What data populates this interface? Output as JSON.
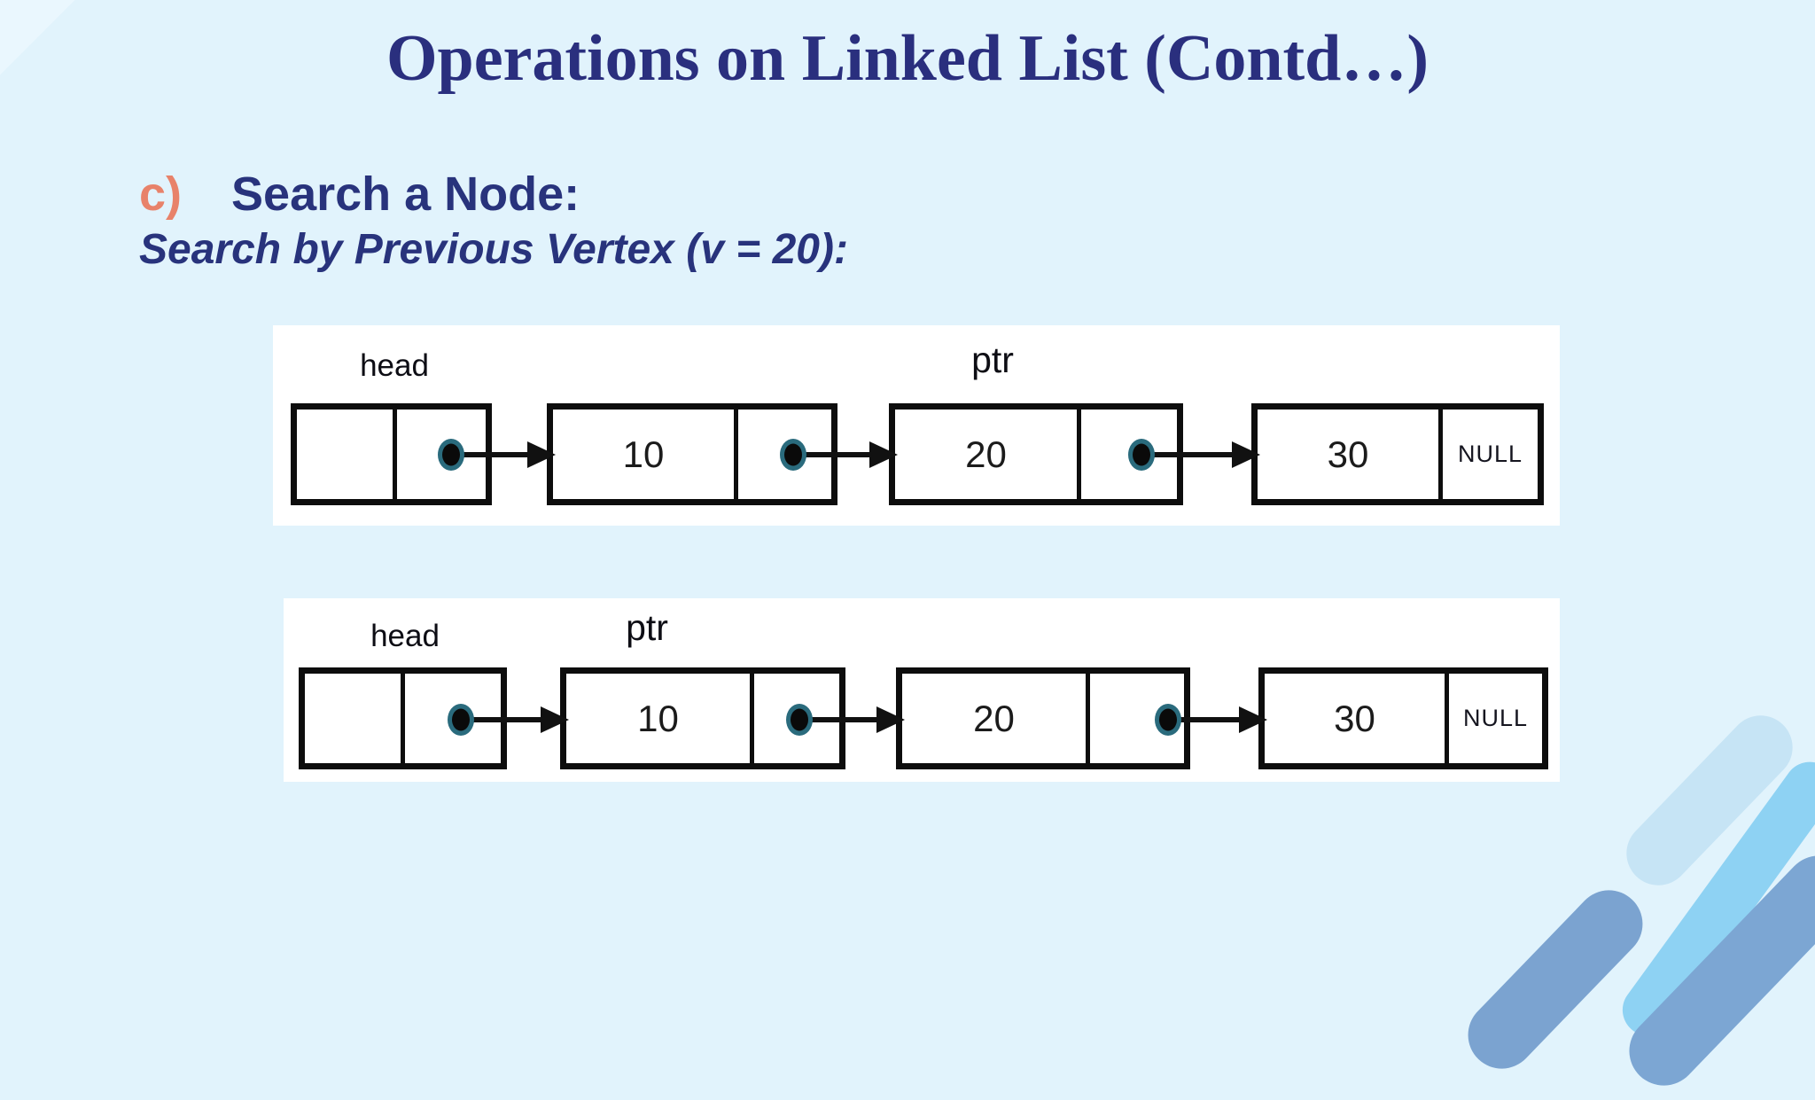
{
  "title": "Operations on Linked List (Contd…)",
  "section": {
    "marker": "c)",
    "heading": "Search a Node:",
    "subheading": "Search by Previous Vertex (v = 20):"
  },
  "diagrams": [
    {
      "description": "linked list with ptr at node 20",
      "head_label": "head",
      "ptr_label": "ptr",
      "ptr_points_to": "20",
      "nodes": [
        {
          "value": "10"
        },
        {
          "value": "20"
        },
        {
          "value": "30",
          "next": "NULL"
        }
      ]
    },
    {
      "description": "linked list with ptr at node 10",
      "head_label": "head",
      "ptr_label": "ptr",
      "ptr_points_to": "10",
      "nodes": [
        {
          "value": "10"
        },
        {
          "value": "20"
        },
        {
          "value": "30",
          "next": "NULL"
        }
      ]
    }
  ],
  "colors": {
    "background": "#e1f3fc",
    "title_text": "#2a2f7e",
    "section_marker": "#e8826a",
    "heading_text": "#28337c",
    "panel_background": "#ffffff",
    "node_border": "#0d0d0d",
    "pointer_dot_ring": "#2a6b7d",
    "pointer_dot_fill": "#0a0a0a",
    "stripe_pale": "#c6e4f5",
    "stripe_cyan": "#8ed2f3",
    "stripe_slate": "#7ca6d3"
  }
}
